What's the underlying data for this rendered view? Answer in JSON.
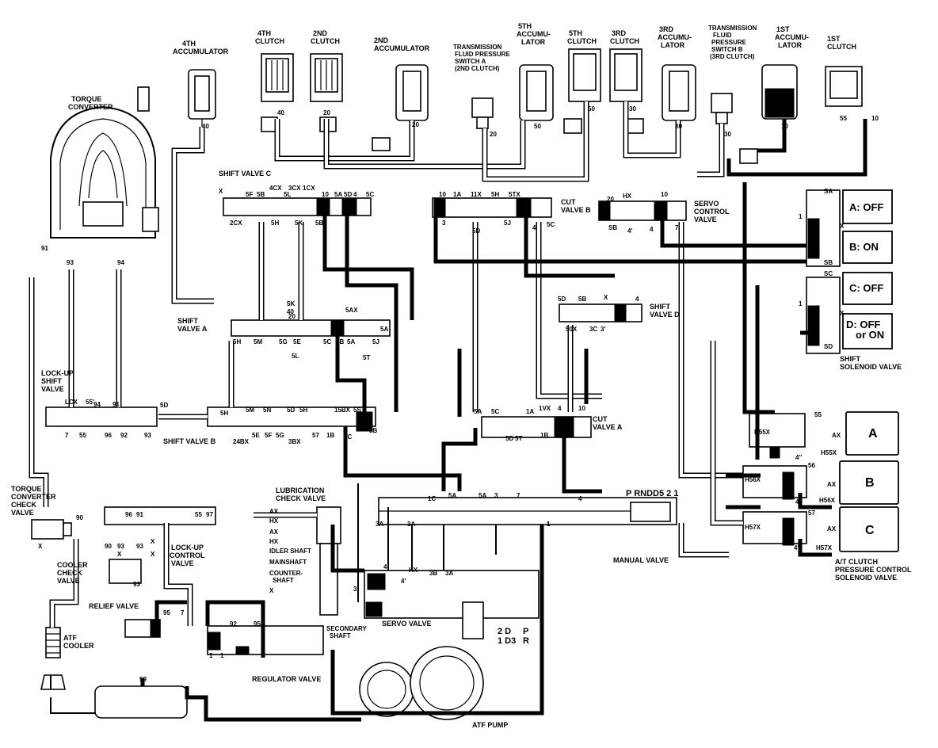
{
  "components": {
    "torque_converter": "TORQUE\nCONVERTER",
    "accumulator_4th": "4TH\nACCUMULATOR",
    "clutch_4th": "4TH\nCLUTCH",
    "clutch_2nd": "2ND\nCLUTCH",
    "accumulator_2nd": "2ND\nACCUMULATOR",
    "pressure_switch_a": "TRANSMISSION\nFLUID PRESSURE\nSWITCH A\n(2ND CLUTCH)",
    "accumulator_5th": "5TH\nACCUMU-\nLATOR",
    "clutch_5th": "5TH\nCLUTCH",
    "clutch_3rd": "3RD\nCLUTCH",
    "accumulator_3rd": "3RD\nACCUMU-\nLATOR",
    "pressure_switch_b": "TRANSMISSION\nFLUID\nPRESSURE\nSWITCH B\n(3RD CLUTCH)",
    "accumulator_1st": "1ST\nACCUMU-\nLATOR",
    "clutch_1st": "1ST\nCLUTCH",
    "shift_valve_c": "SHIFT VALVE C",
    "cut_valve_b": "CUT\nVALVE B",
    "servo_control_valve": "SERVO\nCONTROL\nVALVE",
    "shift_valve_a": "SHIFT\nVALVE A",
    "shift_valve_d": "SHIFT\nVALVE D",
    "shift_solenoid_valve": "SHIFT\nSOLENOID VALVE",
    "lockup_shift_valve": "LOCK-UP\nSHIFT\nVALVE",
    "shift_valve_b": "SHIFT VALVE B",
    "cut_valve_a": "CUT\nVALVE A",
    "torque_converter_check_valve": "TORQUE\nCONVERTER\nCHECK\nVALVE",
    "lubrication_check_valve": "LUBRICATION\nCHECK VALVE",
    "lockup_control_valve": "LOCK-UP\nCONTROL\nVALVE",
    "cooler_check_valve": "COOLER\nCHECK\nVALVE",
    "relief_valve": "RELIEF VALVE",
    "atf_cooler": "ATF\nCOOLER",
    "manual_valve": "MANUAL VALVE",
    "servo_valve": "SERVO VALVE",
    "secondary_shaft": "SECONDARY\nSHAFT",
    "regulator_valve": "REGULATOR VALVE",
    "atf_pump": "ATF PUMP",
    "at_clutch_pcsv": "A/T CLUTCH\nPRESSURE CONTROL\nSOLENOID VALVE"
  },
  "solenoid_states": {
    "a": "A: OFF",
    "b": "B: ON",
    "c": "C: OFF",
    "d": "D: OFF\nor ON"
  },
  "pcsv_boxes": {
    "a": "A",
    "b": "B",
    "c": "C"
  },
  "lubrication_ports": [
    "AX",
    "HX",
    "AX",
    "HX",
    "IDLER SHAFT",
    "MAINSHAFT",
    "COUNTER-\nSHAFT",
    "X"
  ],
  "manual_valve_positions": {
    "top": "P RNDD5 2 1",
    "bottom_left": "2 D\n1 D3",
    "bottom_right": "P\nR"
  },
  "line_numbers": [
    "40",
    "40",
    "20",
    "20",
    "20",
    "50",
    "50",
    "30",
    "30",
    "30",
    "10",
    "55",
    "10",
    "91",
    "93",
    "94",
    "10",
    "5A",
    "5D",
    "4",
    "5C",
    "4CX",
    "3CX",
    "1CX",
    "5F",
    "5B",
    "X",
    "2CX",
    "5H",
    "5L",
    "5K",
    "5B",
    "10",
    "1A",
    "11X",
    "5H",
    "5TX",
    "3",
    "5D",
    "5J",
    "4",
    "5C",
    "20",
    "HX",
    "10",
    "SB",
    "4'",
    "4",
    "7",
    "SA",
    "SB",
    "SC",
    "SD",
    "1",
    "1",
    "X",
    "X",
    "40",
    "5K",
    "20",
    "5AX",
    "5A",
    "5H",
    "5M",
    "5G",
    "5E",
    "5C",
    "5B",
    "5A",
    "5J",
    "5T",
    "5L",
    "LCX",
    "55'",
    "94",
    "91",
    "5D",
    "7",
    "55",
    "96",
    "92",
    "93",
    "5H",
    "5M",
    "5N",
    "5D",
    "5H",
    "15BX",
    "5S",
    "24BX",
    "5E",
    "5F",
    "5G",
    "3BX",
    "57",
    "1B",
    "1C",
    "5B",
    "5D",
    "5B",
    "50X",
    "3C",
    "3'",
    "X",
    "4",
    "1VX",
    "4",
    "10",
    "5A",
    "5C",
    "1A",
    "5D",
    "5T",
    "1B",
    "55",
    "H55X",
    "H55X",
    "AX",
    "56",
    "H56X",
    "H56X",
    "AX",
    "57",
    "H57X",
    "H57X",
    "AX",
    "4''",
    "4''",
    "4''",
    "1C",
    "5A",
    "5A",
    "3",
    "7",
    "4",
    "1",
    "3A",
    "3A",
    "1",
    "90",
    "96",
    "91",
    "55",
    "97",
    "90",
    "93",
    "93",
    "X",
    "X",
    "X",
    "X",
    "93",
    "4",
    "HX",
    "3B",
    "3A",
    "3'",
    "4'",
    "95",
    "7",
    "92",
    "95",
    "1",
    "1",
    "99"
  ]
}
